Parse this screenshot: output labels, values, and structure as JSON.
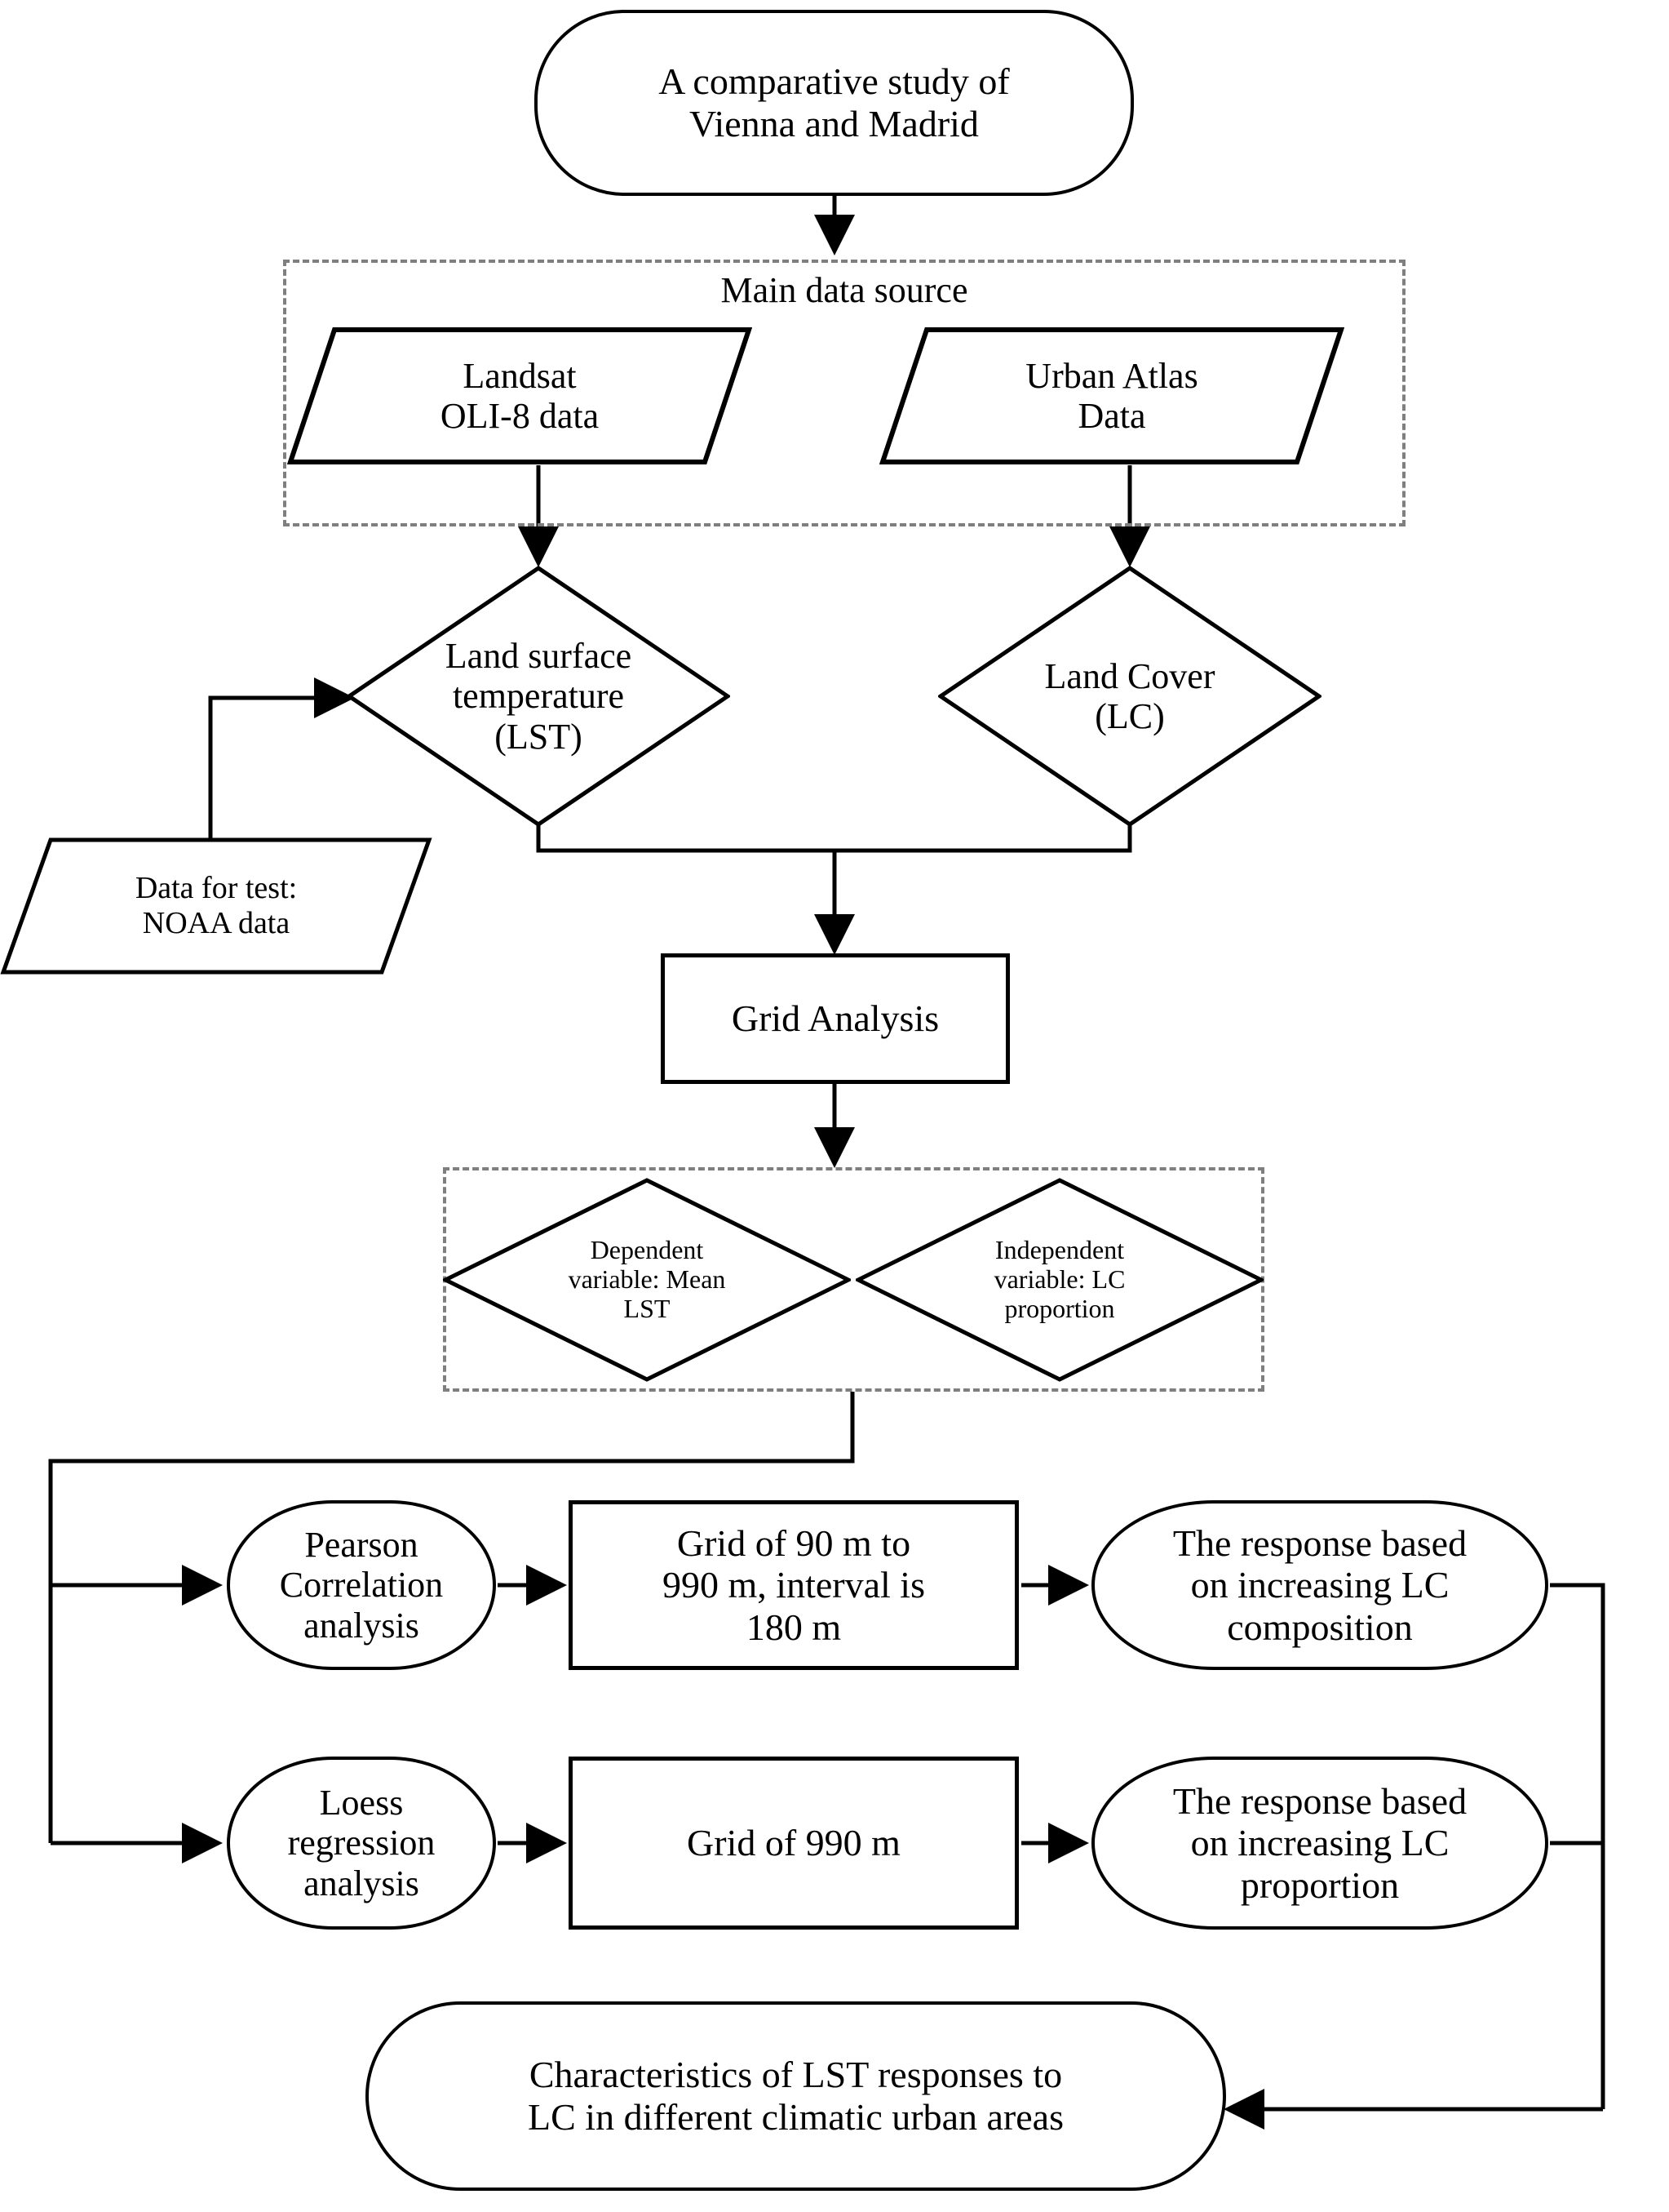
{
  "diagram": {
    "title_node": "A comparative study of\nVienna and Madrid",
    "data_source_group_label": "Main data source",
    "landsat": "Landsat\nOLI-8 data",
    "urban_atlas": "Urban Atlas\nData",
    "lst_diamond": "Land surface\ntemperature\n(LST)",
    "lc_diamond": "Land Cover\n(LC)",
    "noaa_test_data": "Data for test:\nNOAA data",
    "grid_analysis": "Grid Analysis",
    "dependent_variable": "Dependent\nvariable: Mean\nLST",
    "independent_variable": "Independent\nvariable: LC\nproportion",
    "pearson": "Pearson\nCorrelation\nanalysis",
    "grid_range": "Grid of 90 m to\n990 m, interval is\n180 m",
    "response_composition": "The response based\non increasing LC\ncomposition",
    "loess": "Loess\nregression\nanalysis",
    "grid_990": "Grid of 990 m",
    "response_proportion": "The response based\non increasing LC\nproportion",
    "conclusion": "Characteristics of LST responses to\nLC in different climatic urban areas"
  },
  "colors": {
    "stroke": "#000000",
    "dashed_group": "#7f7f7f",
    "background": "#ffffff"
  }
}
